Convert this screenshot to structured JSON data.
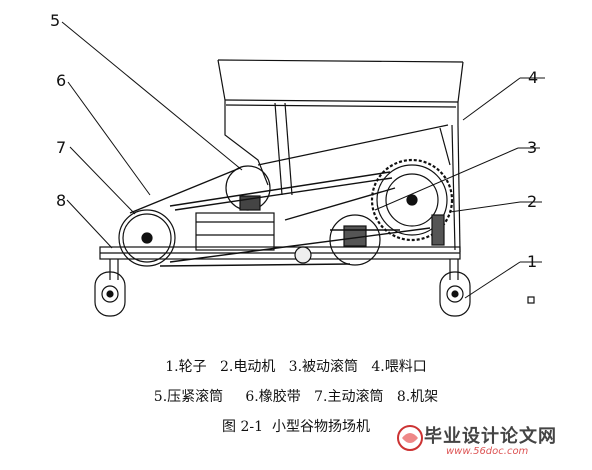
{
  "callouts": [
    "1",
    "2",
    "3",
    "4",
    "5",
    "6",
    "7",
    "8"
  ],
  "legend_line_1": "1.轮子   2.电动机   3.被动滚筒   4.喂料口",
  "legend_line_2": "5.压紧滚筒     6.橡胶带   7.主动滚筒   8.机架",
  "figure_title": "图 2-1  小型谷物扬场机",
  "watermark": {
    "text": "毕业设计论文网",
    "url": "www.56doc.com"
  }
}
